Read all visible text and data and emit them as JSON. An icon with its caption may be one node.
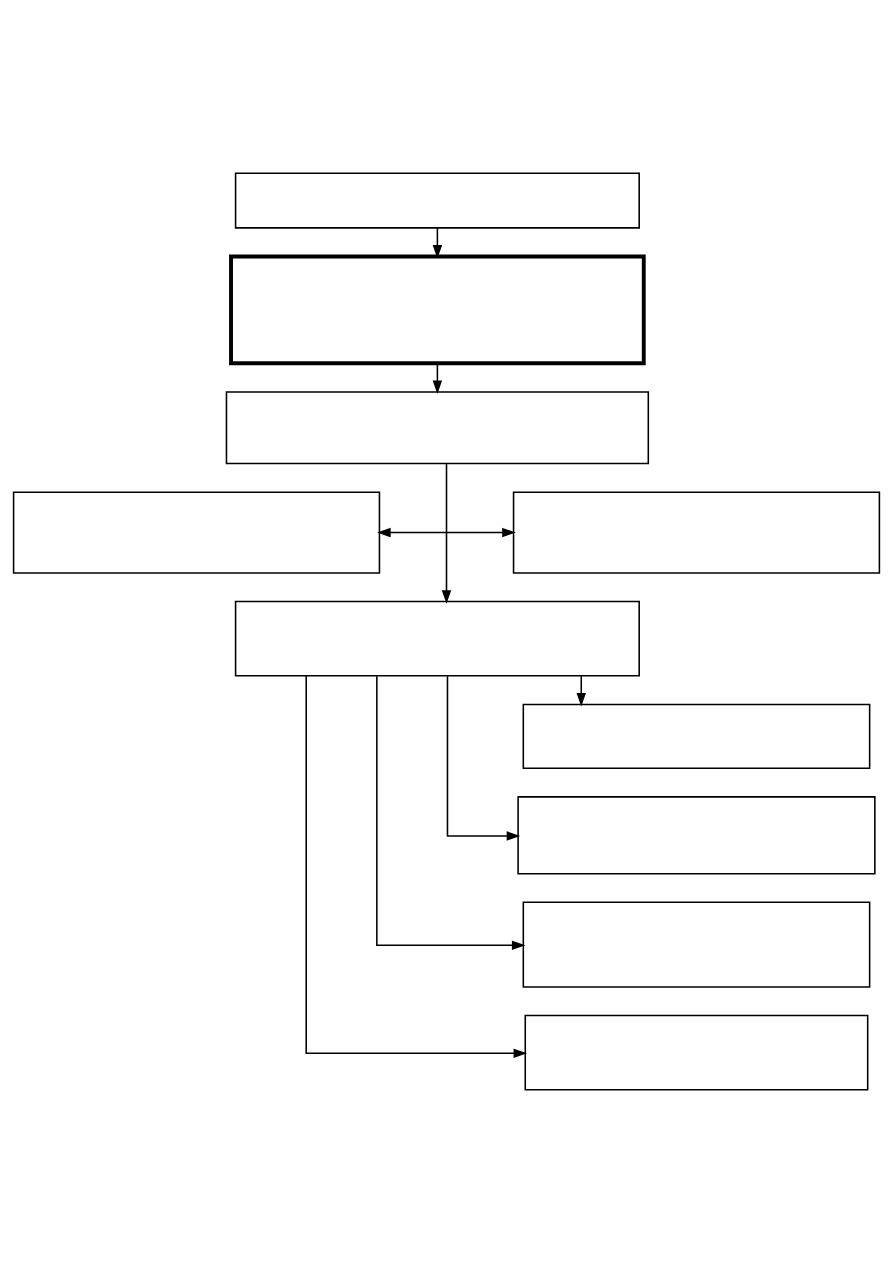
{
  "diagram": {
    "nodes": [
      {
        "text": [],
        "shape": "box"
      },
      {
        "text": [],
        "shape": "box"
      },
      {
        "text": [],
        "shape": "box"
      },
      {
        "text": [],
        "shape": "box"
      },
      {
        "text": [],
        "shape": "box"
      },
      {
        "text": [],
        "shape": "box"
      },
      {
        "text": [],
        "shape": "box"
      },
      {
        "text": [],
        "shape": "box"
      },
      {
        "text": [],
        "shape": "box"
      },
      {
        "text": [],
        "shape": "box"
      }
    ],
    "edges": [
      {
        "from": 0,
        "to": 1,
        "arrow": "to"
      },
      {
        "from": 1,
        "to": 2,
        "arrow": "to"
      },
      {
        "from": 2,
        "to": 5,
        "arrow": "to"
      },
      {
        "from": 3,
        "to": 4,
        "arrow": "both"
      },
      {
        "from": 5,
        "to": 6,
        "arrow": "to"
      },
      {
        "from": 5,
        "to": 7,
        "arrow": "to"
      },
      {
        "from": 5,
        "to": 8,
        "arrow": "to"
      },
      {
        "from": 5,
        "to": 9,
        "arrow": "to"
      }
    ]
  }
}
